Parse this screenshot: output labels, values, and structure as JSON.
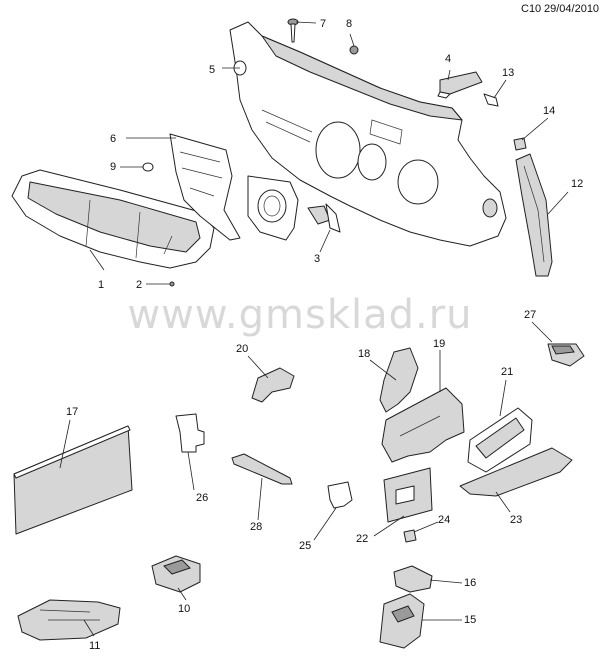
{
  "header": {
    "code": "C10",
    "date": "29/04/2010"
  },
  "watermark": "www.gmsklad.ru",
  "callouts": [
    "1",
    "2",
    "3",
    "4",
    "5",
    "6",
    "7",
    "8",
    "9",
    "10",
    "11",
    "12",
    "13",
    "14",
    "15",
    "16",
    "17",
    "18",
    "19",
    "20",
    "21",
    "22",
    "23",
    "24",
    "25",
    "26",
    "27",
    "28"
  ]
}
